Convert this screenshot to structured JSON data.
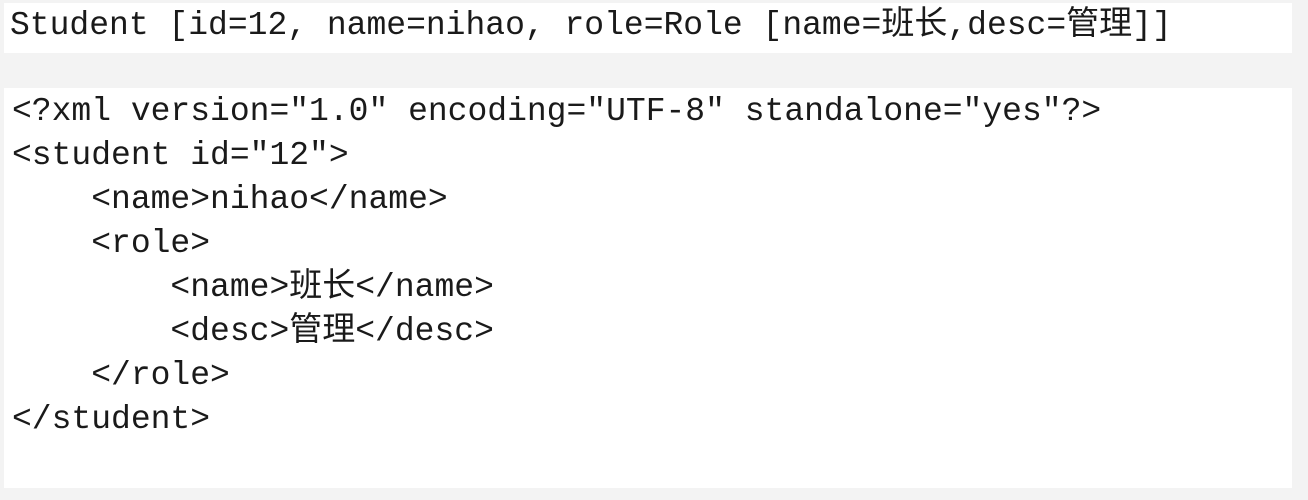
{
  "output": {
    "tostring_line": "Student [id=12, name=nihao, role=Role [name=班长,desc=管理]]",
    "xml_lines": [
      "<?xml version=\"1.0\" encoding=\"UTF-8\" standalone=\"yes\"?>",
      "<student id=\"12\">",
      "    <name>nihao</name>",
      "    <role>",
      "        <name>班长</name>",
      "        <desc>管理</desc>",
      "    </role>",
      "</student>"
    ]
  }
}
